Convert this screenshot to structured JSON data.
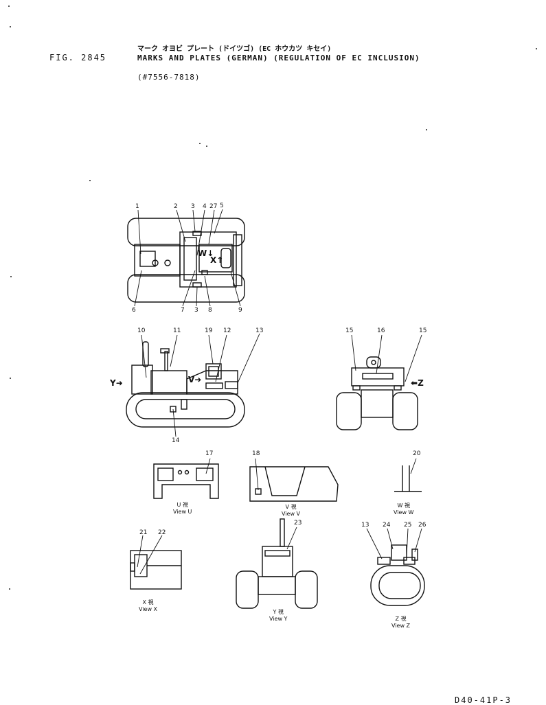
{
  "header": {
    "title_jp": "マーク オヨビ プレート (ドイツゴ) (EC ホウカツ キセイ)",
    "fig_number": "FIG. 2845",
    "title_en": "MARKS AND PLATES (GERMAN) (REGULATION OF EC INCLUSION)",
    "serial_range": "(#7556-7818)"
  },
  "top_view": {
    "callouts_top": [
      "1",
      "2",
      "3",
      "4",
      "27",
      "5"
    ],
    "callouts_bottom": [
      "6",
      "7",
      "3",
      "8",
      "9"
    ],
    "view_letters": [
      "W",
      "X"
    ]
  },
  "side_view": {
    "callouts": [
      "10",
      "11",
      "19",
      "12",
      "13",
      "14"
    ],
    "arrow_y": "Y",
    "view_letter_v": "V"
  },
  "rear_view": {
    "callouts": [
      "15",
      "16",
      "15"
    ],
    "arrow_z": "Z"
  },
  "detail_views": {
    "u": {
      "callout": "17",
      "caption_jp": "U 視",
      "caption": "View U"
    },
    "v": {
      "callout": "18",
      "caption_jp": "V 視",
      "caption": "View V"
    },
    "w": {
      "callout": "20",
      "caption_jp": "W 視",
      "caption": "View W"
    },
    "x": {
      "callouts": [
        "21",
        "22"
      ],
      "caption_jp": "X 視",
      "caption": "View X"
    },
    "y": {
      "callout": "23",
      "caption_jp": "Y 視",
      "caption": "View Y"
    },
    "z": {
      "callouts": [
        "13",
        "24",
        "25",
        "26"
      ],
      "caption_jp": "Z 視",
      "caption": "View Z"
    }
  },
  "footer": {
    "page_code": "D40-41P-3"
  }
}
